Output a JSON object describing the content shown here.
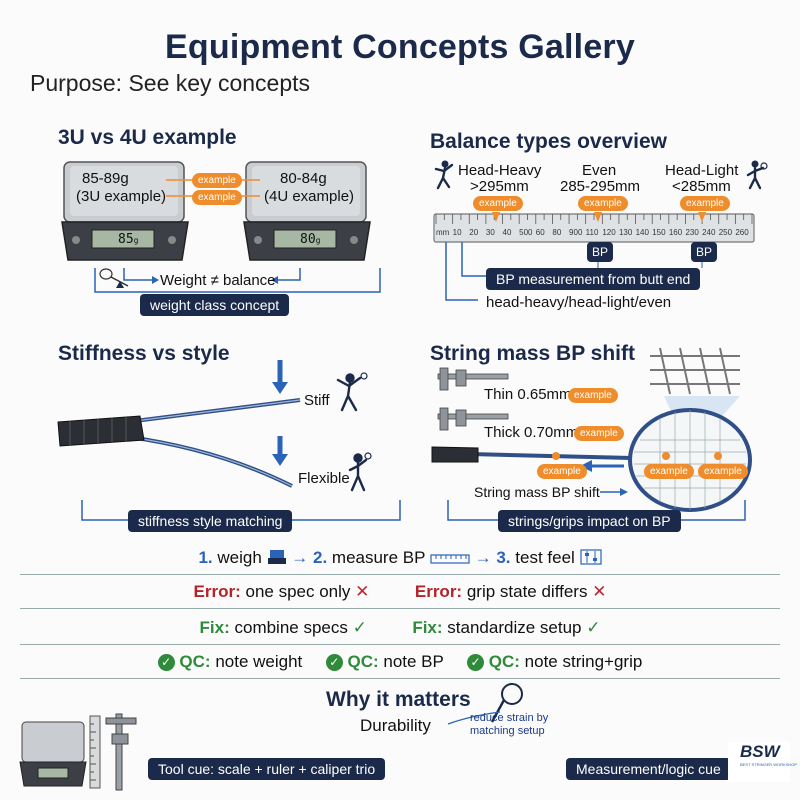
{
  "title": "Equipment Concepts Gallery",
  "purpose": "Purpose: See key concepts",
  "panels": {
    "weight": {
      "title": "3U vs 4U example",
      "scale_left_label": "85-89g",
      "scale_left_sub": "(3U example)",
      "scale_right_label": "80-84g",
      "scale_right_sub": "(4U example)",
      "display_left": "85",
      "display_left_unit": "g",
      "display_right": "80",
      "display_right_unit": "g",
      "tag1": "example",
      "tag2": "example",
      "note": "Weight ≠ balance",
      "caption": "weight class concept"
    },
    "balance": {
      "title": "Balance types overview",
      "heavy": "Head-Heavy",
      "heavy_val": ">295mm",
      "even": "Even",
      "even_val": "285-295mm",
      "light": "Head-Light",
      "light_val": "<285mm",
      "tag_a": "example",
      "tag_b": "example",
      "tag_c": "example",
      "ruler_ticks": [
        "mm",
        "10",
        "20",
        "30",
        "40",
        "500",
        "60",
        "80",
        "900",
        "110",
        "120",
        "130",
        "140",
        "150",
        "160",
        "230",
        "240",
        "250",
        "260"
      ],
      "bp_left": "BP",
      "bp_right": "BP",
      "caption": "BP measurement from butt end",
      "note": "head-heavy/head-light/even"
    },
    "stiffness": {
      "title": "Stiffness vs style",
      "stiff": "Stiff",
      "flexible": "Flexible",
      "caption": "stiffness style matching"
    },
    "string": {
      "title": "String mass BP shift",
      "thin": "Thin 0.65mm",
      "thick": "Thick 0.70mm",
      "tag_thin": "example",
      "tag_thick": "example",
      "tag_handle": "example",
      "tag_head1": "example",
      "tag_head2": "example",
      "note": "String mass BP shift",
      "caption": "strings/grips impact on BP"
    }
  },
  "steps": {
    "s1_num": "1.",
    "s1": "weigh",
    "s2_num": "2.",
    "s2": "measure BP",
    "s3_num": "3.",
    "s3": "test feel"
  },
  "errors": {
    "e1_label": "Error:",
    "e1": "one spec only",
    "e2_label": "Error:",
    "e2": "grip state differs"
  },
  "fixes": {
    "f1_label": "Fix:",
    "f1": "combine specs",
    "f2_label": "Fix:",
    "f2": "standardize setup"
  },
  "qc": {
    "q1_label": "QC:",
    "q1": "note weight",
    "q2_label": "QC:",
    "q2": "note BP",
    "q3_label": "QC:",
    "q3": "note string+grip"
  },
  "why": {
    "title": "Why it matters",
    "durability": "Durability",
    "note_line1": "reduce strain by",
    "note_line2": "matching setup"
  },
  "footer": {
    "tool_cue": "Tool cue: scale + ruler + caliper trio",
    "logic_cue": "Measurement/logic cue",
    "logo": "BSW",
    "logo_sub": "BEST STRINGER WORKSHOP"
  },
  "colors": {
    "navy": "#1b2a4a",
    "orange": "#ef8c2b",
    "blue": "#2a63b8",
    "red": "#b3242a",
    "green": "#2f8a3a"
  }
}
